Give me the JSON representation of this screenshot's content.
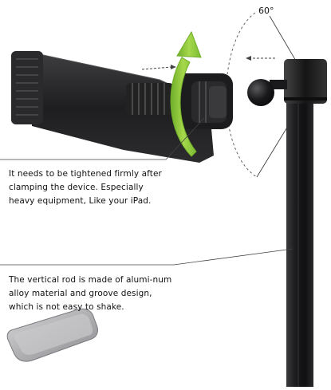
{
  "annotations": {
    "angle": "60°",
    "tighten_note": "It needs to be tightened firmly after clamping the device. Especially heavy equipment, Like your iPad.",
    "rod_note": "The vertical rod is made of alumi-num alloy material and groove design, which is not easy to shake."
  },
  "colors": {
    "arrow_green": "#8cc63f",
    "metal_dark": "#1c1c1e",
    "guide_line": "#555555"
  },
  "icons": {
    "rotation": "curved-rotation-arrow-icon",
    "direction": "dashed-direction-arrow-icon"
  }
}
